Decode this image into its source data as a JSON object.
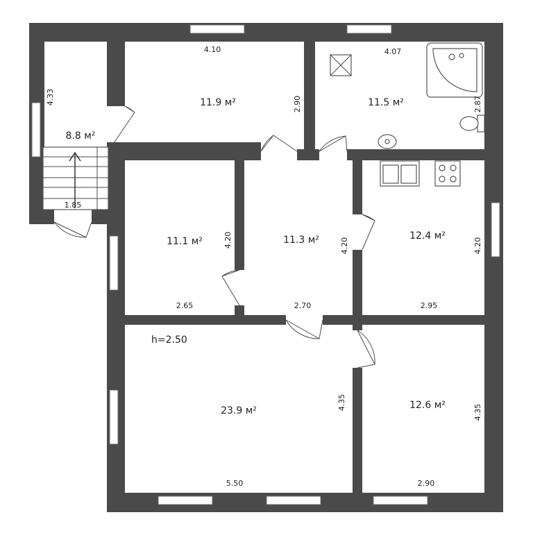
{
  "floor_height": "h=2.50",
  "rooms": [
    {
      "id": "hall",
      "area": "8.8 м²"
    },
    {
      "id": "room-north",
      "area": "11.9 м²"
    },
    {
      "id": "bath",
      "area": "11.5 м²"
    },
    {
      "id": "room-west",
      "area": "11.1 м²"
    },
    {
      "id": "corridor",
      "area": "11.3 м²"
    },
    {
      "id": "kitchen",
      "area": "12.4 м²"
    },
    {
      "id": "living",
      "area": "23.9 м²"
    },
    {
      "id": "room-south",
      "area": "12.6 м²"
    }
  ],
  "dimensions": {
    "hall_side": "4.33",
    "stair_width": "1.85",
    "north_width": "4.10",
    "north_depth": "2.90",
    "bath_width": "4.07",
    "bath_depth": "2.87",
    "west_depth": "4.20",
    "west_width": "2.65",
    "corridor_depth": "4.20",
    "corridor_width": "2.70",
    "kitchen_depth": "4.20",
    "kitchen_width": "2.95",
    "living_depth": "4.35",
    "living_width": "5.50",
    "south_depth": "4.35",
    "south_width": "2.90"
  },
  "colors": {
    "wall": "#4a4a4a",
    "background": "#ffffff"
  }
}
